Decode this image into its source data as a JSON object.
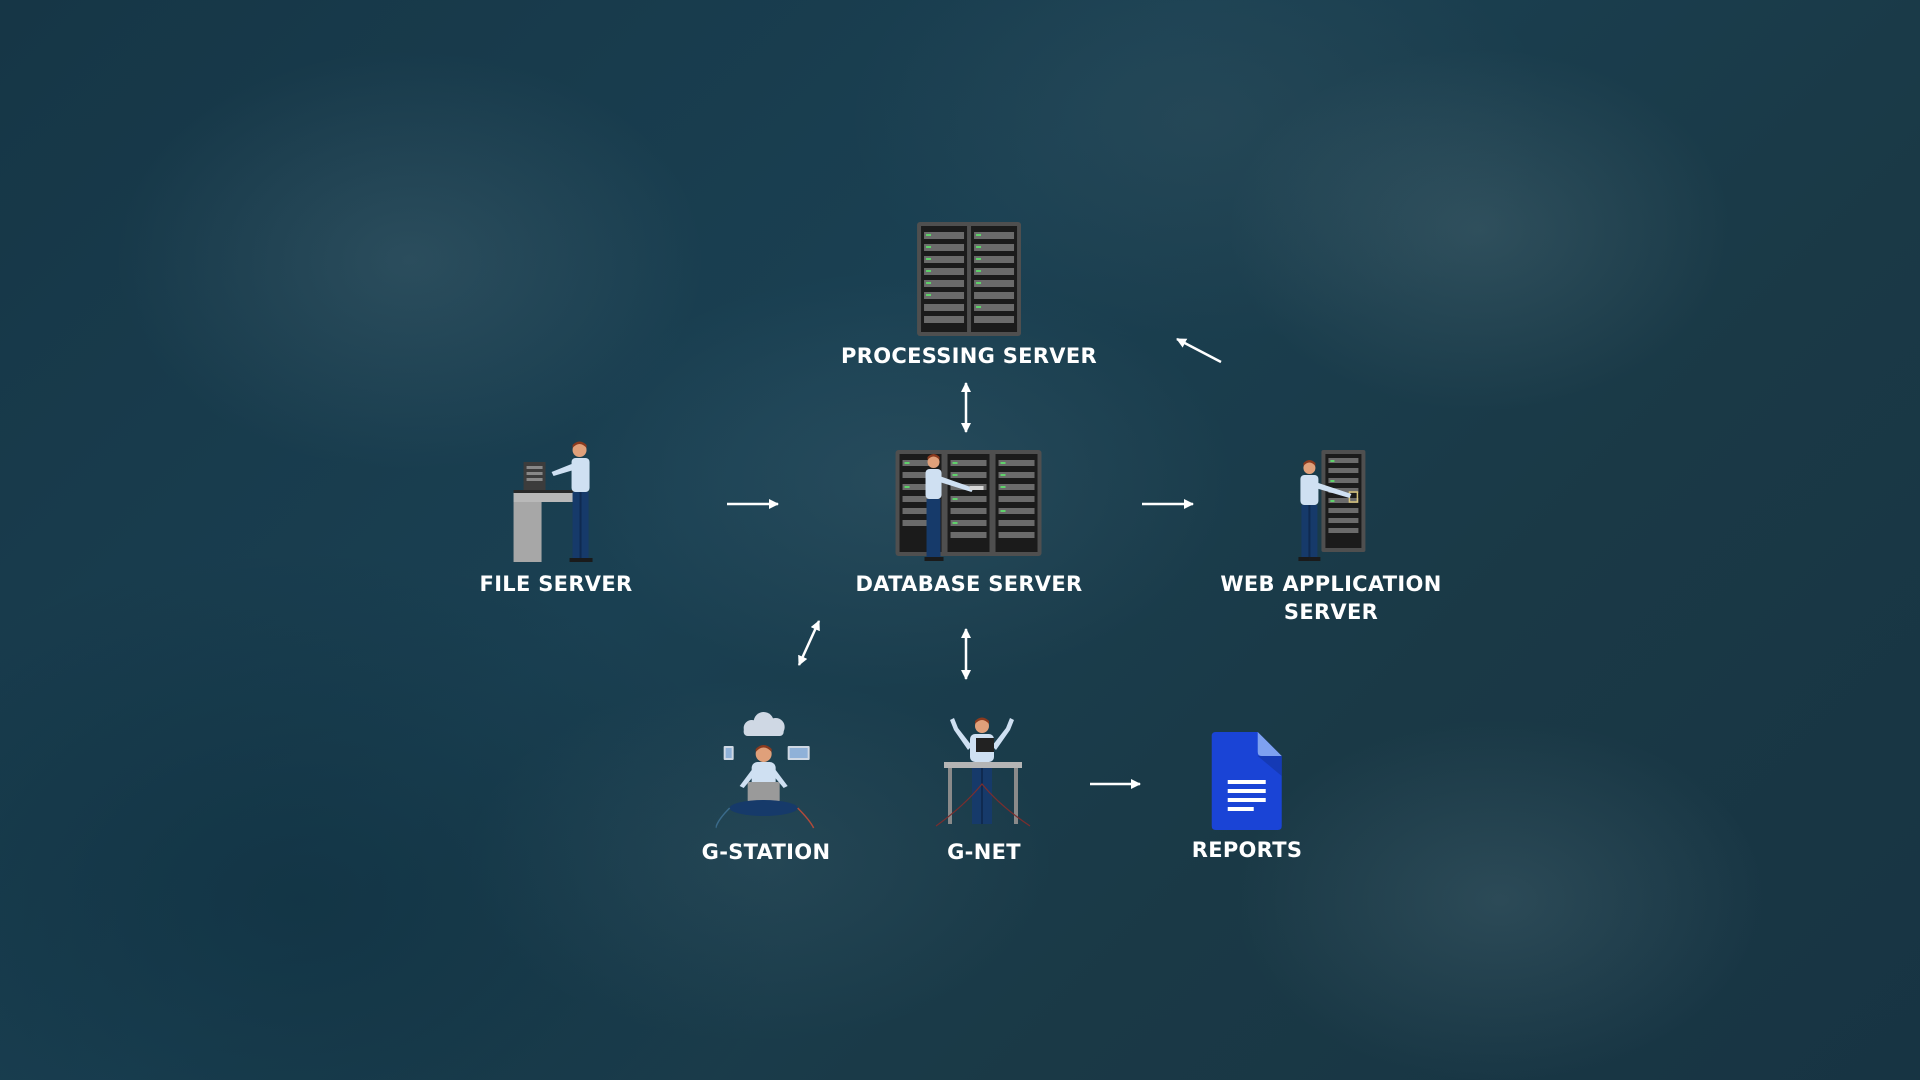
{
  "diagram": {
    "nodes": {
      "processing_server": {
        "label": "PROCESSING SERVER",
        "icon": "server-rack-icon"
      },
      "file_server": {
        "label": "FILE SERVER",
        "icon": "technician-workstation-icon"
      },
      "database_server": {
        "label": "DATABASE SERVER",
        "icon": "database-rack-icon"
      },
      "web_application_server": {
        "label": "WEB APPLICATION\nSERVER",
        "icon": "web-server-technician-icon"
      },
      "g_station": {
        "label": "G-STATION",
        "icon": "cloud-user-icon"
      },
      "g_net": {
        "label": "G-NET",
        "icon": "network-user-icon"
      },
      "reports": {
        "label": "REPORTS",
        "icon": "document-icon"
      }
    },
    "connections": [
      {
        "from": "file_server",
        "to": "database_server",
        "direction": "one-way"
      },
      {
        "from": "database_server",
        "to": "web_application_server",
        "direction": "one-way"
      },
      {
        "from": "processing_server",
        "to": "database_server",
        "direction": "two-way"
      },
      {
        "from": "database_server",
        "to": "g_net",
        "direction": "two-way"
      },
      {
        "from": "database_server",
        "to": "g_station",
        "direction": "two-way"
      },
      {
        "from": "web_application_server",
        "to": "processing_server",
        "direction": "one-way"
      },
      {
        "from": "g_net",
        "to": "reports",
        "direction": "one-way"
      }
    ],
    "colors": {
      "arrow": "#ffffff",
      "label": "#ffffff",
      "document": "#1a44d6",
      "shirt": "#cfe0f2",
      "pants": "#163a6a",
      "rack": "#5a5a5a"
    }
  }
}
